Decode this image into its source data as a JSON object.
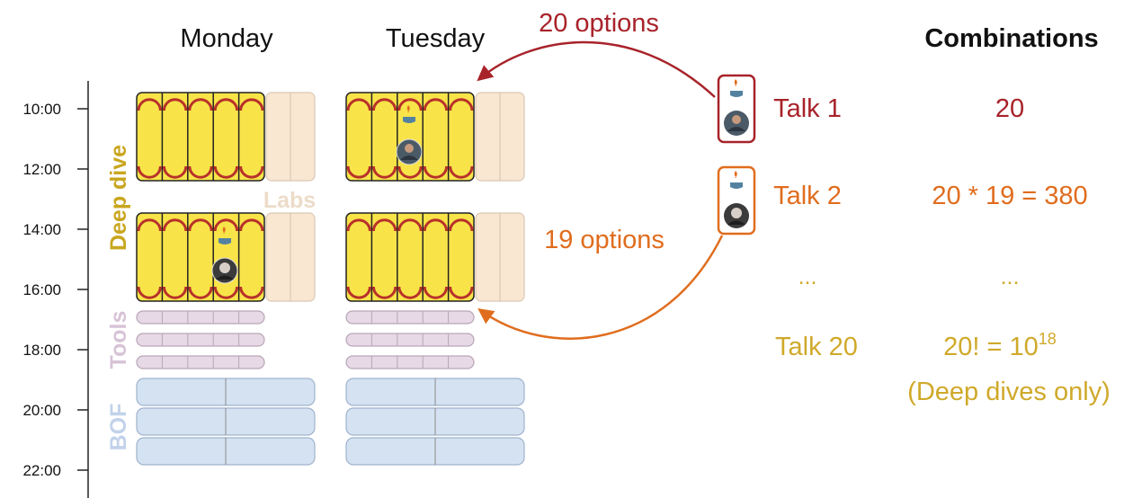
{
  "days": {
    "monday": "Monday",
    "tuesday": "Tuesday"
  },
  "times": [
    "10:00",
    "12:00",
    "14:00",
    "16:00",
    "18:00",
    "20:00",
    "22:00"
  ],
  "track_labels": {
    "deep_dive": "Deep dive",
    "labs": "Labs",
    "tools": "Tools",
    "bof": "BOF"
  },
  "arrows": {
    "top": "20 options",
    "middle": "19 options"
  },
  "combinations": {
    "header": "Combinations",
    "rows": [
      {
        "talk": "Talk 1",
        "value": "20"
      },
      {
        "talk": "Talk 2",
        "value": "20 * 19 = 380"
      },
      {
        "talk": "...",
        "value": "..."
      },
      {
        "talk": "Talk 20",
        "value_base": "20! = 10",
        "value_exp": "18",
        "note": "(Deep dives only)"
      }
    ]
  },
  "colors": {
    "deep_dive_fill": "#f8e449",
    "deep_dive_arc": "#b8312a",
    "deep_dive_text": "#c9a61f",
    "labs_fill": "#f9e7d2",
    "labs_text": "#ecdcc8",
    "tools_fill": "#e7d9e5",
    "tools_text": "#d7c3d6",
    "bof_fill": "#d5e2f2",
    "bof_text": "#c2d2ea",
    "talk1": "#a8232a",
    "talk2": "#e06d1e",
    "talk20": "#d0a92a"
  },
  "icons": [
    "java-icon",
    "speaker-avatar-icon"
  ]
}
